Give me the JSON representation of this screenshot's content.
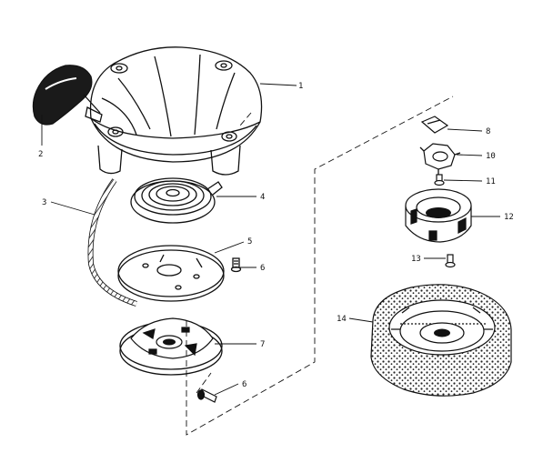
{
  "diagram": {
    "callouts": [
      {
        "id": "c1",
        "label": "1"
      },
      {
        "id": "c2",
        "label": "2"
      },
      {
        "id": "c3",
        "label": "3"
      },
      {
        "id": "c4",
        "label": "4"
      },
      {
        "id": "c5",
        "label": "5"
      },
      {
        "id": "c6a",
        "label": "6"
      },
      {
        "id": "c7",
        "label": "7"
      },
      {
        "id": "c6b",
        "label": "6"
      },
      {
        "id": "c8",
        "label": "8"
      },
      {
        "id": "c10",
        "label": "10"
      },
      {
        "id": "c11",
        "label": "11"
      },
      {
        "id": "c12",
        "label": "12"
      },
      {
        "id": "c13",
        "label": "13"
      },
      {
        "id": "c14",
        "label": "14"
      }
    ]
  }
}
